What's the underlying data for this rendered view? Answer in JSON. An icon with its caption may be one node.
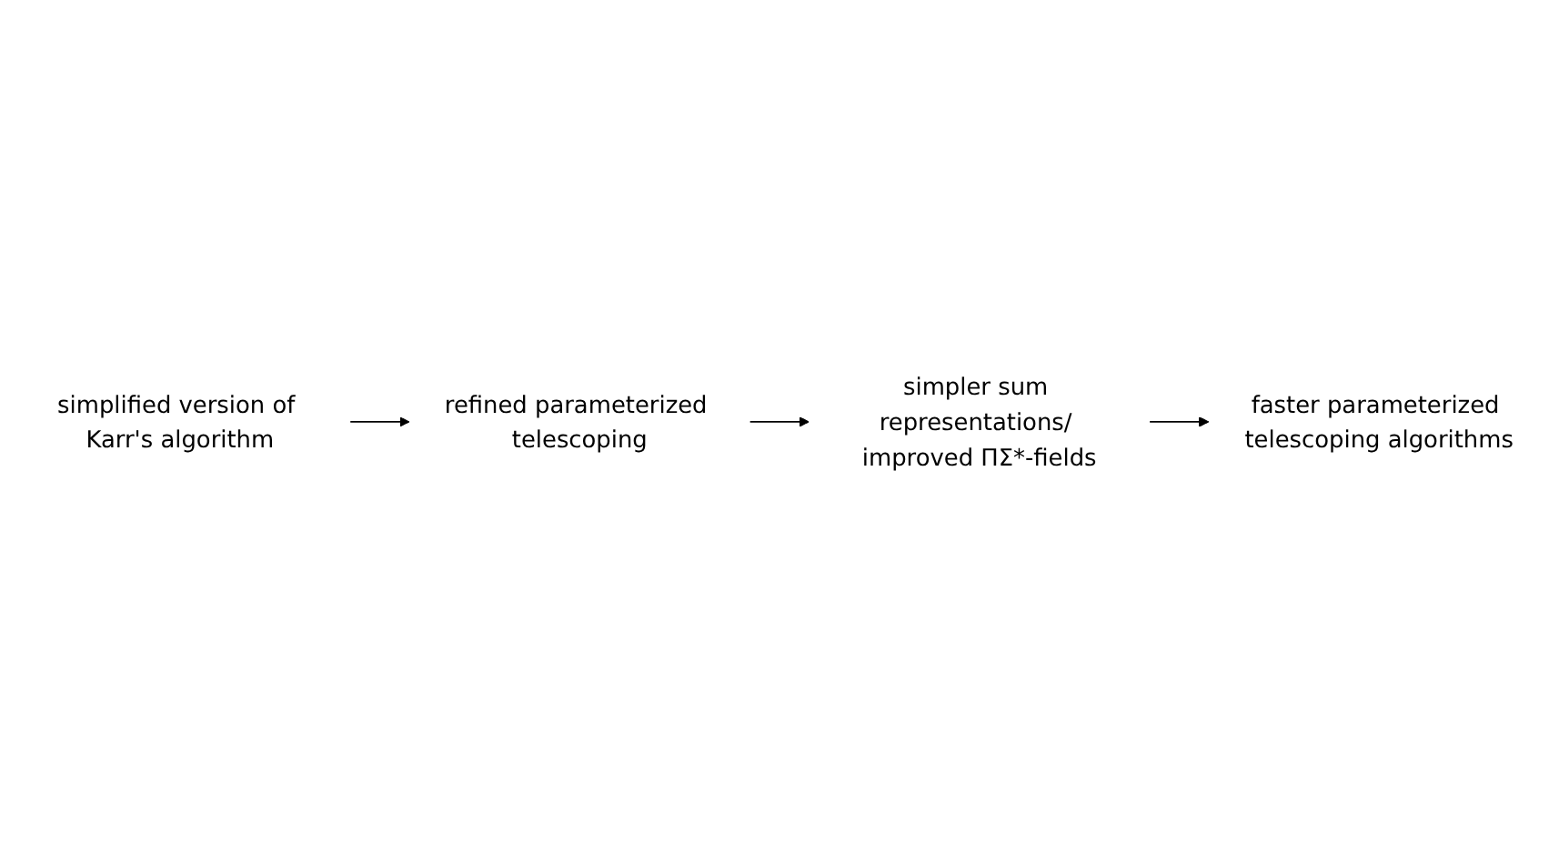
{
  "diagram": {
    "nodes": [
      {
        "text": [
          "simplified version of Karr's algorithm"
        ]
      },
      {
        "text": [
          "refined parameterized telescoping"
        ]
      },
      {
        "text": [
          "simpler sum representations/ improved ΠΣ*-fields"
        ]
      },
      {
        "text": [
          "faster parameterized telescoping algorithms"
        ]
      }
    ],
    "edges": [
      {
        "from": 0,
        "to": 1,
        "arrow": "to"
      },
      {
        "from": 1,
        "to": 2,
        "arrow": "to"
      },
      {
        "from": 2,
        "to": 3,
        "arrow": "to"
      }
    ]
  }
}
